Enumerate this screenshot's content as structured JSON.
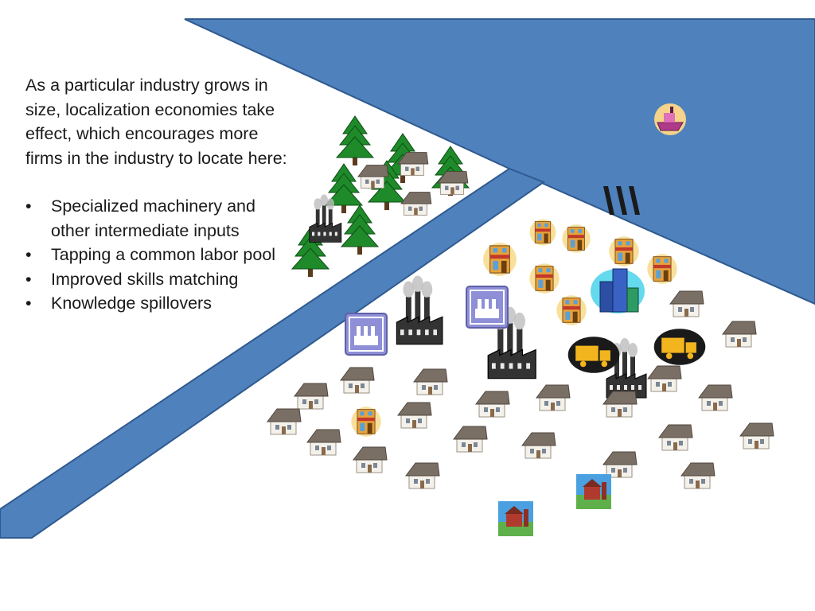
{
  "slide": {
    "intro": "As a particular industry grows in size, localization economies take effect, which encourages more firms in the industry to locate here:",
    "bullets": [
      "Specialized machinery and other intermediate inputs",
      "Tapping a common labor pool",
      "Improved skills matching",
      "Knowledge spillovers"
    ]
  },
  "colors": {
    "water": "#4f81bd",
    "water_edge": "#2f5a8f",
    "tree": "#1f8a2a",
    "roof": "#7a6f64",
    "wall": "#f4f1ea",
    "storefront": "#e8a23a",
    "factory": "#333333",
    "factory_sign": "#8e8fd6",
    "skyscraper": "#2c4fa3",
    "truck_sign": "#1a1a1a",
    "farm_sky": "#4aa0e0"
  },
  "icons": {
    "ship": "cargo-ship-icon",
    "bridge": "bridge-pillars-icon",
    "tree": "pine-tree-icon",
    "house": "house-icon",
    "factory": "factory-smokestack-icon",
    "factory_sign": "factory-sign-icon",
    "shop": "storefront-icon",
    "skyscraper": "skyscraper-icon",
    "truck": "truck-sign-icon",
    "farm": "farm-barn-icon"
  }
}
